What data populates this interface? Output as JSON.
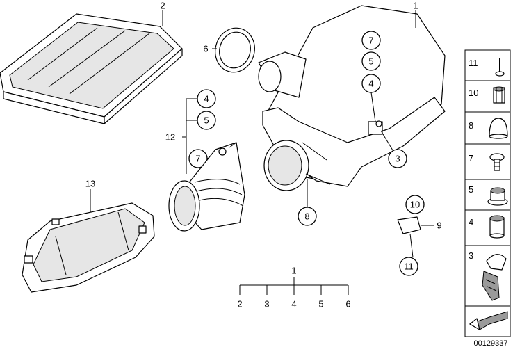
{
  "callouts": {
    "c1": "1",
    "c2": "2",
    "c3": "3",
    "c4": "4",
    "c5": "5",
    "c6": "6",
    "c7": "7",
    "c8": "8",
    "c9": "9",
    "c10": "10",
    "c11": "11",
    "c12": "12",
    "c13": "13"
  },
  "set_tree": {
    "root": "1",
    "children": [
      "2",
      "3",
      "4",
      "5",
      "6"
    ]
  },
  "sidebar": {
    "items": [
      {
        "label": "11",
        "icon": "screw-pin-icon"
      },
      {
        "label": "10",
        "icon": "hex-nut-icon"
      },
      {
        "label": "8",
        "icon": "rubber-cap-icon"
      },
      {
        "label": "7",
        "icon": "bolt-icon"
      },
      {
        "label": "5",
        "icon": "grommet-icon"
      },
      {
        "label": "4",
        "icon": "bushing-icon"
      },
      {
        "label": "3",
        "icon": "clip-strap-icon"
      }
    ],
    "footer_icon": "arrow-direction-icon"
  },
  "reference_number": "00129337"
}
